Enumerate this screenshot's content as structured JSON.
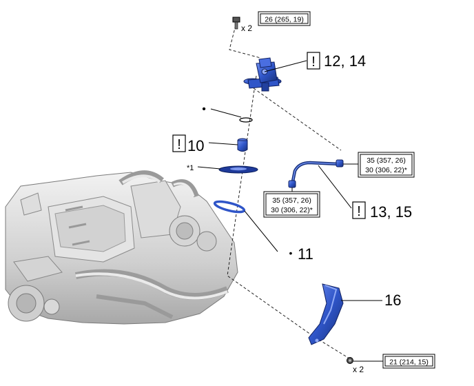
{
  "torque_specs": {
    "top_bolt": "26 (265, 19)",
    "pipe_upper_a": "35 (357, 26)",
    "pipe_upper_b": "30 (306, 22)*",
    "pipe_lower_a": "35 (357, 26)",
    "pipe_lower_b": "30 (306, 22)*",
    "bracket_bolt": "21 (214, 15)"
  },
  "quantities": {
    "top_bolt": "x 2",
    "bracket_bolt": "x 2"
  },
  "callouts": {
    "pump": "12, 14",
    "plug": "10",
    "pipe": "13, 15",
    "gasket": "11",
    "bracket": "16",
    "cover_ref": "*1"
  },
  "icons": {
    "caution": "!",
    "non_reusable": "•"
  },
  "colors": {
    "part_blue": "#2f55c8",
    "part_dark": "#17307a",
    "engine_gray": "#c9c9c9",
    "engine_dark": "#8a8a8a"
  }
}
